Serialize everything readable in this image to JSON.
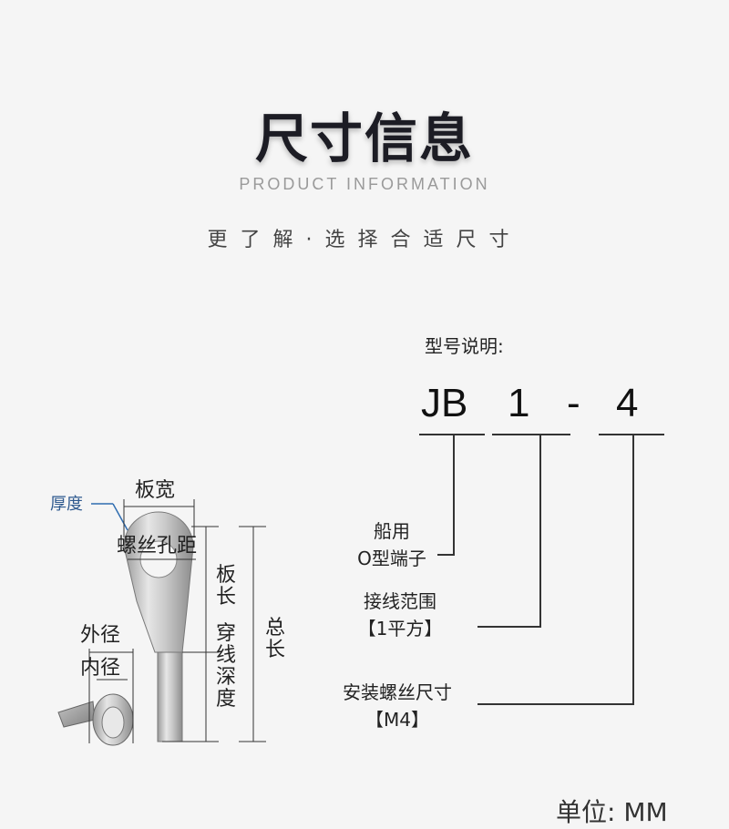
{
  "header": {
    "title": "尺寸信息",
    "subtitle_en": "PRODUCT INFORMATION",
    "subtitle_cn": "更了解·选择合适尺寸"
  },
  "model": {
    "label": "型号说明:",
    "part1": "JB",
    "part2": "1",
    "dash": "-",
    "part3": "4",
    "desc1_line1": "船用",
    "desc1_line2": "O型端子",
    "desc2_line1": "接线范围",
    "desc2_line2": "【1平方】",
    "desc3_line1": "安装螺丝尺寸",
    "desc3_line2": "【M4】"
  },
  "diagram": {
    "thickness": "厚度",
    "plate_width": "板宽",
    "screw_hole_pitch": "螺丝孔距",
    "plate_length": "板长",
    "wire_depth": "穿线深度",
    "total_length": "总长",
    "outer_diameter": "外径",
    "inner_diameter": "内径"
  },
  "footer": {
    "unit": "单位: MM"
  }
}
